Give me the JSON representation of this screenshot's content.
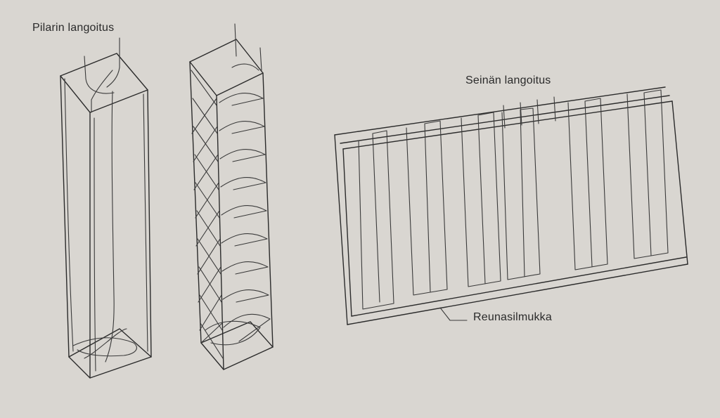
{
  "labels": {
    "column_wiring": "Pilarin langoitus",
    "wall_wiring": "Seinän langoitus",
    "edge_loop": "Reunasilmukka"
  },
  "colors": {
    "background": "#d9d6d1",
    "ink": "#2b2b2b"
  }
}
